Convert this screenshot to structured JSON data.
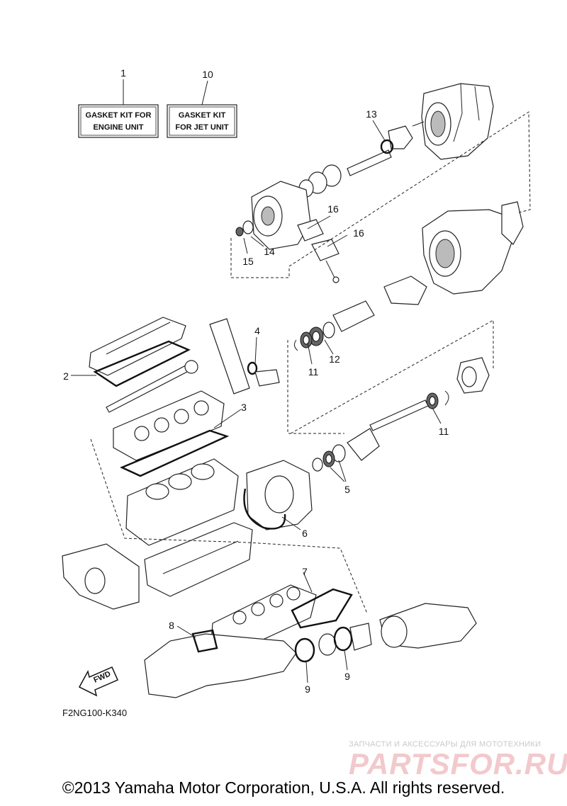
{
  "diagram": {
    "kit_boxes": [
      {
        "ref": "1",
        "line1": "GASKET KIT FOR",
        "line2": "ENGINE UNIT"
      },
      {
        "ref": "10",
        "line1": "GASKET KIT",
        "line2": "FOR JET UNIT"
      }
    ],
    "callouts": [
      "1",
      "10",
      "13",
      "16",
      "16",
      "14",
      "15",
      "4",
      "2",
      "3",
      "11",
      "12",
      "11",
      "5",
      "6",
      "7",
      "8",
      "9",
      "9"
    ],
    "diagram_code": "F2NG100-K340",
    "direction_label": "FWD"
  },
  "watermark": {
    "tagline": "ЗАПЧАСТИ И АКСЕССУАРЫ ДЛЯ МОТОТЕХНИКИ",
    "logo": "PARTSFOR.RU"
  },
  "footer": {
    "copyright": "©2013 Yamaha Motor Corporation, U.S.A. All rights reserved."
  }
}
